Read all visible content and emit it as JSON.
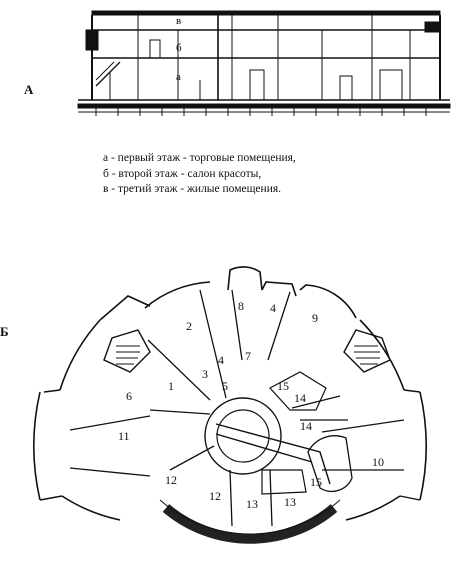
{
  "panels": {
    "a": {
      "letter": "А",
      "floor_labels": [
        "в",
        "б",
        "а"
      ]
    },
    "b": {
      "letter": "Б"
    }
  },
  "legend": [
    "а - первый этаж - торговые помещения,",
    "б - второй этаж - салон красоты,",
    "в - третий этаж - жилые помещения."
  ],
  "room_numbers": [
    "1",
    "2",
    "3",
    "4",
    "4",
    "5",
    "6",
    "7",
    "8",
    "9",
    "10",
    "11",
    "12",
    "12",
    "13",
    "13",
    "14",
    "14",
    "15",
    "15"
  ]
}
